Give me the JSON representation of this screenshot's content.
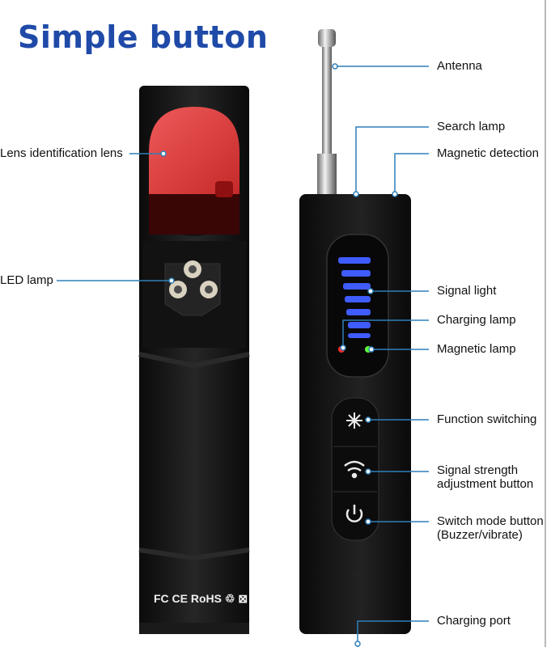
{
  "title": "Simple button",
  "cert_marks": "FC CE RoHS ♲ ⊠",
  "labels": {
    "antenna": "Antenna",
    "search_lamp": "Search lamp",
    "magnetic_detection": "Magnetic detection",
    "lens_identification": "Lens identification lens",
    "led_lamp": "LED lamp",
    "signal_light": "Signal light",
    "charging_lamp": "Charging lamp",
    "magnetic_lamp": "Magnetic lamp",
    "function_switching": "Function switching",
    "signal_strength_1": "Signal strength",
    "signal_strength_2": "adjustment button",
    "switch_mode_1": "Switch mode button",
    "switch_mode_2": "(Buzzer/vibrate)",
    "charging_port": "Charging port"
  },
  "colors": {
    "title": "#1f4aa8",
    "leader_line": "#2f7fb8",
    "signal_bar": "#3f5cff",
    "lens_red": "#e04040",
    "indicator_red": "#ff2a2a",
    "indicator_green": "#5bff3a"
  }
}
